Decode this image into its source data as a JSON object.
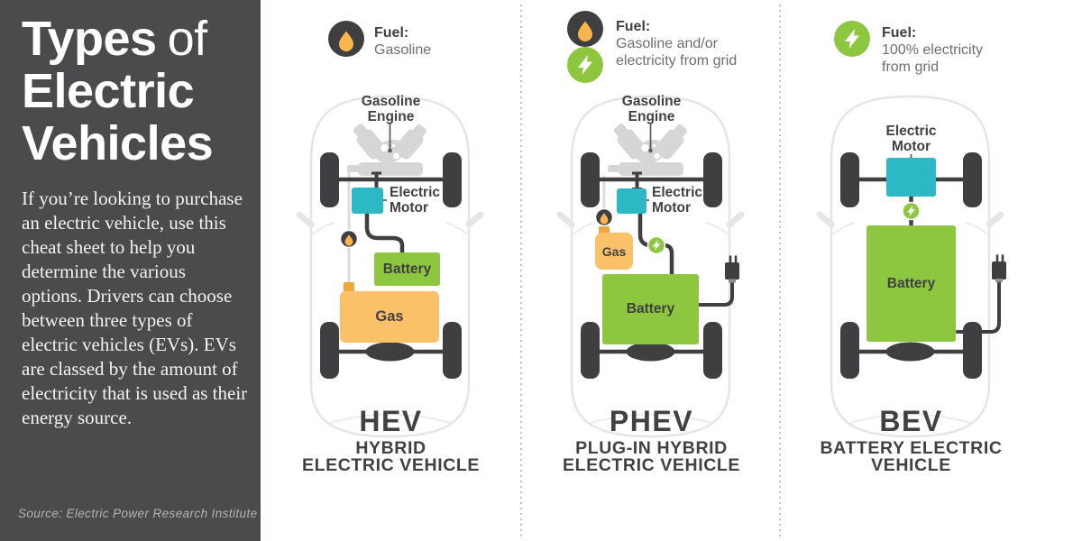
{
  "colors": {
    "sidebar_bg": "#4b4b4d",
    "battery_green": "#8dc63f",
    "motor_teal": "#2cb9c5",
    "gas_orange": "#fbc168",
    "droplet_orange": "#f9b44c",
    "nub_orange": "#f2a73d",
    "dark_text": "#414042",
    "desc_gray": "#6d6e71",
    "chassis": "#3f3f41",
    "car_outline": "#e5e5e5",
    "engine_gray": "#d6d6d6",
    "fuel_line_gray": "#dcdcdc",
    "divider": "#c2c2c2",
    "source_gray": "#b3b3b3"
  },
  "sidebar": {
    "title": {
      "word1": "Types",
      "word2": "of",
      "line2": "Electric",
      "line3": "Vehicles"
    },
    "description": "If you’re looking to purchase an electric vehicle, use this cheat sheet to help you determine the various options. Drivers can choose between three types of electric vehicles (EVs). EVs are classed by the amount of electricity that is used as their energy source.",
    "source": "Source: Electric Power Research Institute"
  },
  "vehicles": {
    "hev": {
      "fuel_title": "Fuel:",
      "fuel_lines": [
        "Gasoline"
      ],
      "engine_label": [
        "Gasoline",
        "Engine"
      ],
      "motor_label": [
        "Electric",
        "Motor"
      ],
      "battery_label": "Battery",
      "gas_label": "Gas",
      "acronym": "HEV",
      "name_lines": [
        "HYBRID",
        "ELECTRIC VEHICLE"
      ]
    },
    "phev": {
      "fuel_title": "Fuel:",
      "fuel_lines": [
        "Gasoline and/or",
        "electricity from grid"
      ],
      "engine_label": [
        "Gasoline",
        "Engine"
      ],
      "motor_label": [
        "Electric",
        "Motor"
      ],
      "battery_label": "Battery",
      "gas_label": "Gas",
      "acronym": "PHEV",
      "name_lines": [
        "PLUG-IN HYBRID",
        "ELECTRIC VEHICLE"
      ]
    },
    "bev": {
      "fuel_title": "Fuel:",
      "fuel_lines": [
        "100% electricity",
        "from grid"
      ],
      "motor_label": [
        "Electric",
        "Motor"
      ],
      "battery_label": "Battery",
      "acronym": "BEV",
      "name_lines": [
        "BATTERY ELECTRIC",
        "VEHICLE"
      ]
    }
  }
}
